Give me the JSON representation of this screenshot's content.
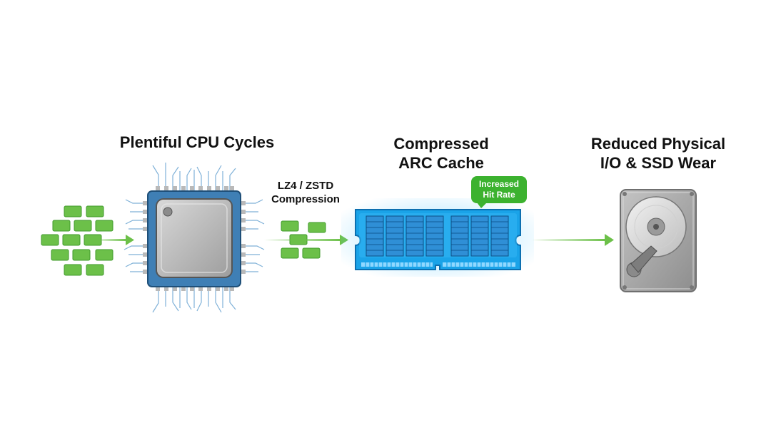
{
  "stages": {
    "cpu": {
      "title": "Plentiful CPU Cycles"
    },
    "compression": {
      "line1": "LZ4 / ZSTD",
      "line2": "Compression"
    },
    "cache": {
      "line1": "Compressed",
      "line2": "ARC Cache"
    },
    "badge": {
      "line1": "Increased",
      "line2": "Hit Rate"
    },
    "disk": {
      "line1": "Reduced Physical",
      "line2": "I/O & SSD Wear"
    }
  },
  "colors": {
    "green_block": "#6cc049",
    "green_block_border": "#3f9a2a",
    "arrow": "#6cc049",
    "cpu_chip": "#3f7fb5",
    "cache_blue": "#1aa3e8",
    "badge": "#3cb22f",
    "disk_gray": "#a9a9a9"
  },
  "icons": [
    "data-block-icon",
    "cpu-chip-icon",
    "memory-module-icon",
    "hard-disk-icon",
    "arrow-right-icon"
  ]
}
